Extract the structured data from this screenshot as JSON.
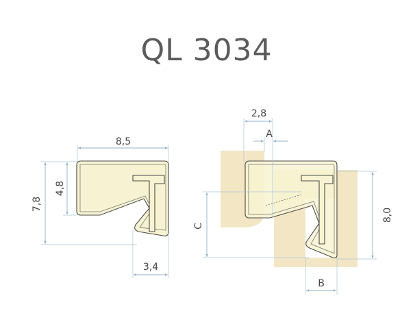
{
  "title": "QL 3034",
  "left_profile": {
    "width_label": "8,5",
    "height_label": "7,8",
    "inner_height_label": "4,8",
    "lip_label": "3,4"
  },
  "right_profile": {
    "top_label": "2,8",
    "a_label": "A",
    "c_label": "C",
    "height_label": "8,0",
    "b_label": "B"
  },
  "colors": {
    "profile_fill": "#f7f3d2",
    "wood_fill": "#f3e6c4",
    "dimension_line": "#8fb2c7",
    "text": "#5b5b5b"
  }
}
